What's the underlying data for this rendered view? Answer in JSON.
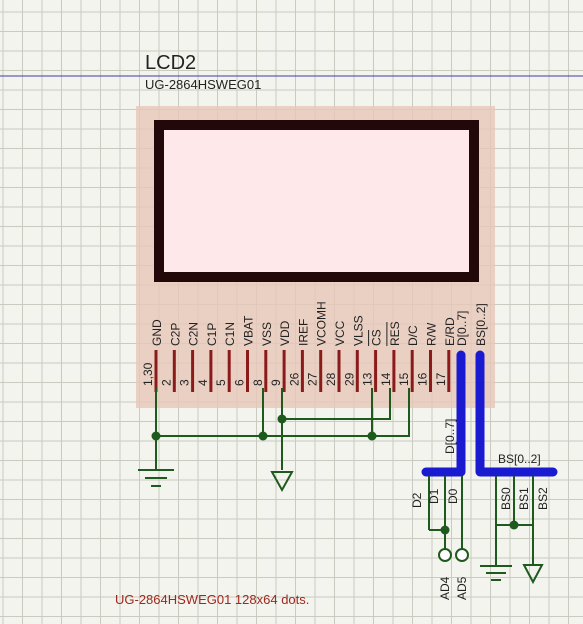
{
  "component": {
    "ref": "LCD2",
    "part": "UG-2864HSWEG01",
    "description": "UG-2864HSWEG01 128x64 dots."
  },
  "pins": [
    {
      "name": "GND",
      "num": "1,30"
    },
    {
      "name": "C2P",
      "num": "2"
    },
    {
      "name": "C2N",
      "num": "3"
    },
    {
      "name": "C1P",
      "num": "4"
    },
    {
      "name": "C1N",
      "num": "5"
    },
    {
      "name": "VBAT",
      "num": "6"
    },
    {
      "name": "VSS",
      "num": "8"
    },
    {
      "name": "VDD",
      "num": "9"
    },
    {
      "name": "IREF",
      "num": "26"
    },
    {
      "name": "VCOMH",
      "num": "27"
    },
    {
      "name": "VCC",
      "num": "28"
    },
    {
      "name": "VLSS",
      "num": "29"
    },
    {
      "name": "CS",
      "num": "13"
    },
    {
      "name": "RES",
      "num": "14"
    },
    {
      "name": "D/C",
      "num": "15"
    },
    {
      "name": "R/W",
      "num": "16"
    },
    {
      "name": "E/RD",
      "num": "17"
    }
  ],
  "buses": {
    "data": {
      "pin": "D[0..7]",
      "label": "D[0..7]"
    },
    "bs": {
      "pin": "BS[0..2]",
      "label": "BS[0..2]"
    }
  },
  "bus_entries": {
    "data": [
      "D2",
      "D1",
      "D0"
    ],
    "bs": [
      "BS0",
      "BS1",
      "BS2"
    ]
  },
  "terminals": [
    "AD4",
    "AD5"
  ],
  "colors": {
    "background": "#f4f4ee",
    "grid": "#c9cbc0",
    "body": "#e7c7b8",
    "wire": "#1e5a1e",
    "bus": "#1a1ad0",
    "pin": "#8b1a1a",
    "label": "#222222",
    "description": "#a0281e",
    "screen": "#ffe8ea"
  }
}
